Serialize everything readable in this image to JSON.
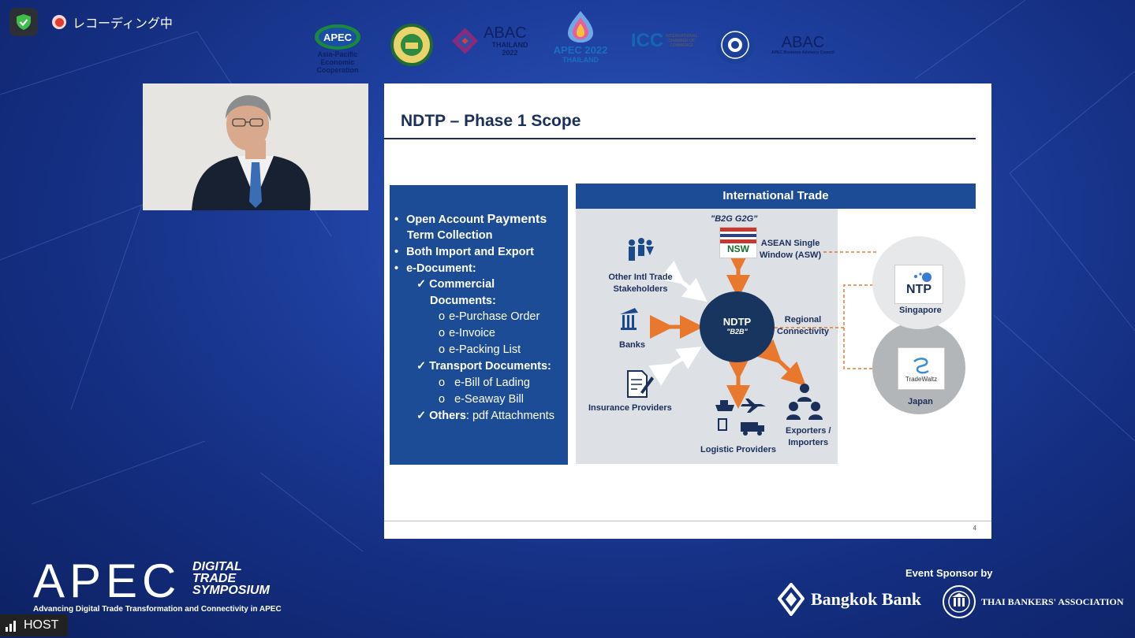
{
  "recording": {
    "label": "レコーディング中"
  },
  "sponsor_logos": [
    {
      "name": "apec-logo",
      "main": "APEC",
      "sub": "Asia-Pacific Economic Cooperation"
    },
    {
      "name": "ministry-emblem"
    },
    {
      "name": "abac-thailand-logo",
      "main": "ABAC",
      "sub": "THAILAND 2022"
    },
    {
      "name": "apec-2022-thailand-logo",
      "main": "APEC 2022",
      "sub": "THAILAND"
    },
    {
      "name": "icc-logo",
      "main": "ICC",
      "sub": "INTERNATIONAL CHAMBER OF COMMERCE"
    },
    {
      "name": "thai-chamber-seal"
    },
    {
      "name": "abac-logo",
      "main": "ABAC",
      "sub": "APEC Business Advisory Council"
    }
  ],
  "slide": {
    "title": "NDTP – Phase 1 Scope",
    "page_number": "4",
    "scope_items": [
      {
        "marker": "•",
        "text": "Open Account ",
        "emph": "Payments"
      },
      {
        "marker": "",
        "text": "Term Collection"
      },
      {
        "marker": "•",
        "text": "Both Import and Export"
      },
      {
        "marker": "•",
        "text": "e-Document:"
      },
      {
        "marker": "✓",
        "text": "Commercial"
      },
      {
        "marker": "",
        "text": "Documents:"
      },
      {
        "marker": "o",
        "text": "e-Purchase Order"
      },
      {
        "marker": "o",
        "text": "e-Invoice"
      },
      {
        "marker": "o",
        "text": "e-Packing List"
      },
      {
        "marker": "✓",
        "text": "Transport Documents:"
      },
      {
        "marker": "o",
        "text": "e-Bill of Lading"
      },
      {
        "marker": "o",
        "text": "e-Seaway Bill"
      },
      {
        "marker": "✓",
        "text": "Others",
        "rest": ": pdf Attachments"
      }
    ],
    "diagram": {
      "header": "International Trade",
      "b2g_label": "\"B2G G2G\"",
      "nsw_badge": "NSW",
      "asw_label_1": "ASEAN Single",
      "asw_label_2": "Window (ASW)",
      "other_intl_1": "Other Intl Trade",
      "other_intl_2": "Stakeholders",
      "banks": "Banks",
      "insurance": "Insurance Providers",
      "logistic": "Logistic Providers",
      "exporters_1": "Exporters /",
      "exporters_2": "Importers",
      "hub_title": "NDTP",
      "hub_sub": "\"B2B\"",
      "regional_1": "Regional",
      "regional_2": "Connectivity",
      "ntp_badge": "NTP",
      "singapore": "Singapore",
      "tradewaltz_badge": "TradeWaltz",
      "japan": "Japan"
    }
  },
  "branding": {
    "apec": "APEC",
    "dts_1": "DIGITAL",
    "dts_2": "TRADE",
    "dts_3": "SYMPOSIUM",
    "tagline": "Advancing Digital Trade Transformation and Connectivity in APEC",
    "sponsor_label": "Event Sponsor by",
    "bangkok_bank": "Bangkok Bank",
    "thai_bankers": "THAI BANKERS' ASSOCIATION"
  },
  "participant": {
    "label": "HOST"
  },
  "colors": {
    "accent_blue": "#1d4c96",
    "navy": "#18355f",
    "orange_arrow": "#e8782d",
    "bg_blue": "#1e3f9e"
  }
}
